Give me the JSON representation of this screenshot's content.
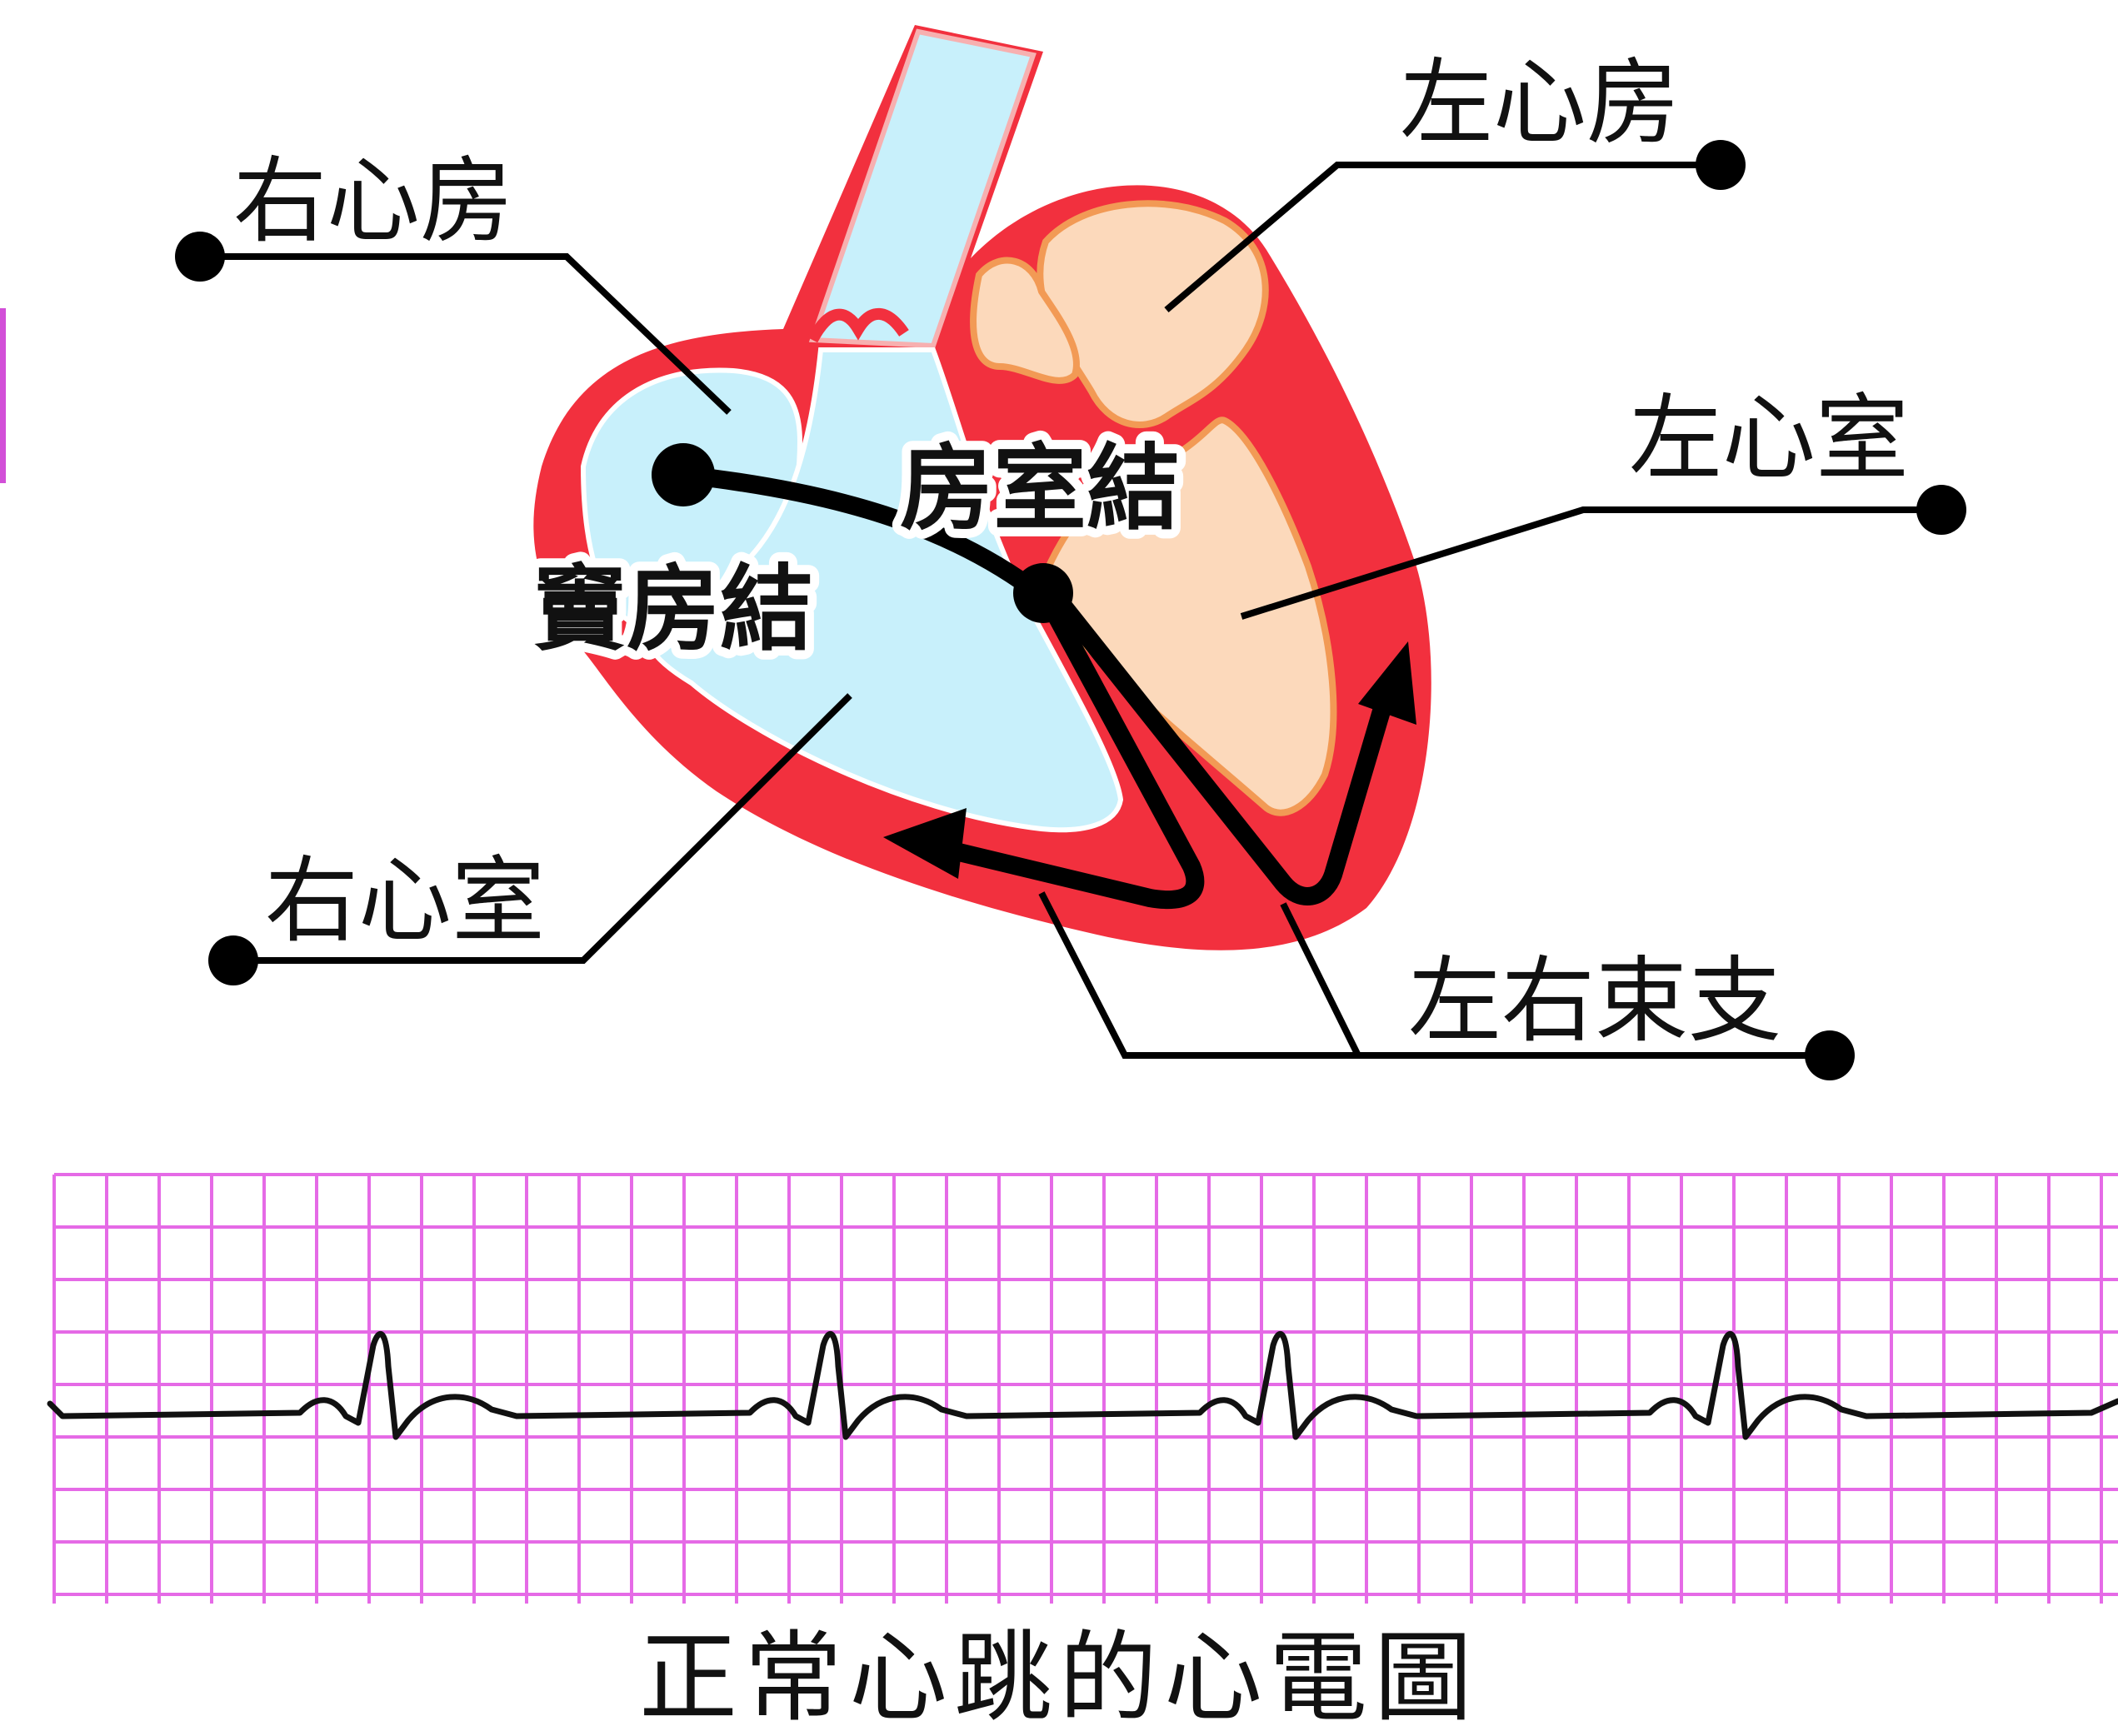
{
  "labels": {
    "right_atrium": "右心房",
    "left_atrium": "左心房",
    "left_ventricle": "左心室",
    "right_ventricle": "右心室",
    "sa_node": "竇房結",
    "av_node": "房室結",
    "bundle_branches": "左右束支"
  },
  "caption": "正常心跳的心電圖",
  "colors": {
    "wall": "#f2303e",
    "right_chamber": "#c8f0fb",
    "left_chamber": "#fcd9bb",
    "left_chamber_edge": "#f29a55",
    "grid": "#e56ae6",
    "ink": "#111111"
  },
  "ecg": {
    "beats": 4
  }
}
